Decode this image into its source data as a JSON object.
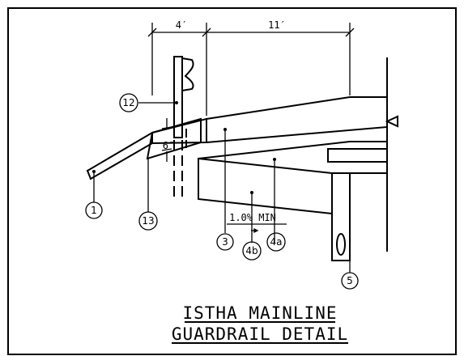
{
  "dimensions": {
    "left_span": "4′",
    "right_span": "11′",
    "offset": "6″",
    "slope": "1.0% MIN"
  },
  "callouts": [
    "12",
    "1",
    "13",
    "3",
    "4b",
    "4a",
    "5"
  ],
  "title": {
    "line1": "ISTHA MAINLINE",
    "line2": "GUARDRAIL DETAIL"
  }
}
